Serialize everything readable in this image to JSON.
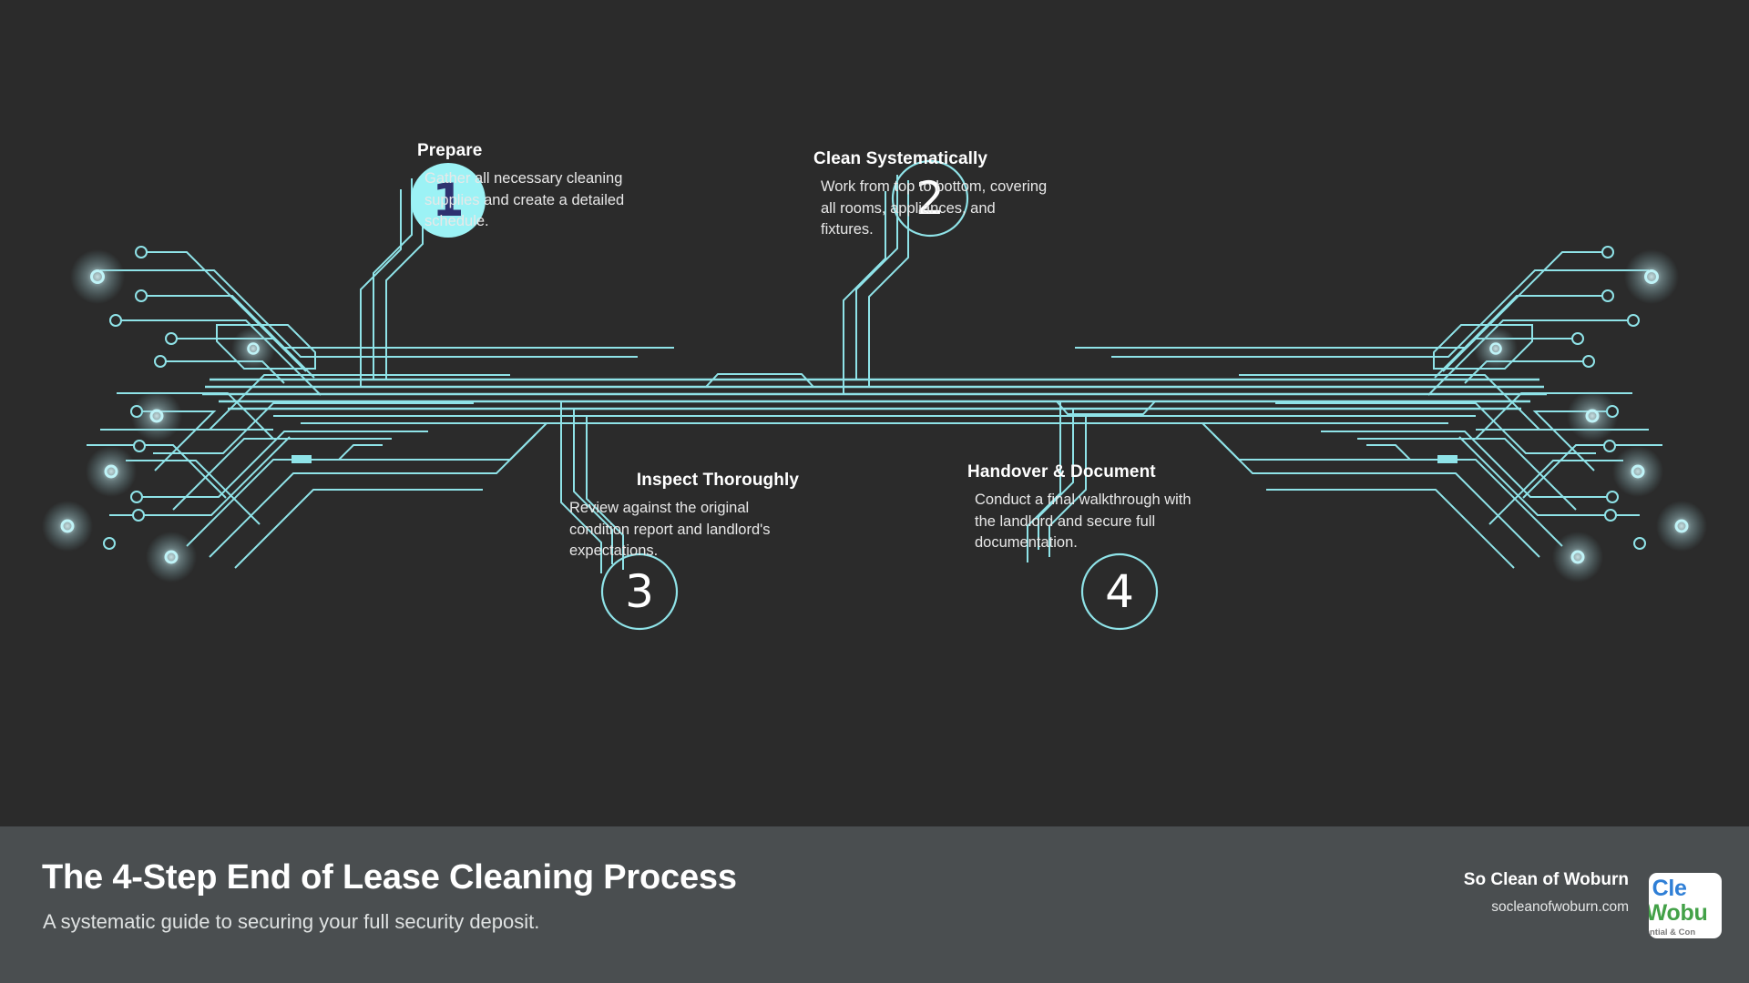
{
  "theme": {
    "canvas_bg": "#2b2b2b",
    "footer_bg": "#4a4e50",
    "trace_color": "#8fe3e8",
    "accent_fill": "#9cf2f5",
    "number_dark": "#2e3270",
    "text_primary": "#ffffff",
    "text_secondary": "#e8e8e8"
  },
  "steps": [
    {
      "number": "1",
      "title": "Prepare",
      "description": "Gather all necessary cleaning supplies and create a detailed schedule.",
      "style": "filled"
    },
    {
      "number": "2",
      "title": "Clean Systematically",
      "description": "Work from top to bottom, covering all rooms, appliances, and fixtures.",
      "style": "outline"
    },
    {
      "number": "3",
      "title": "Inspect Thoroughly",
      "description": "Review against the original condition report and landlord's expectations.",
      "style": "outline"
    },
    {
      "number": "4",
      "title": "Handover & Document",
      "description": "Conduct a final walkthrough with the landlord and secure full documentation.",
      "style": "outline"
    }
  ],
  "footer": {
    "title": "The 4-Step End of Lease Cleaning Process",
    "subtitle": "A systematic guide to securing your full security deposit.",
    "brand_name": "So Clean of Woburn",
    "brand_site": "socleanofwoburn.com",
    "logo": {
      "line1": "o Cle",
      "line2": "f Wobu",
      "line3": "sidential & Con"
    }
  }
}
